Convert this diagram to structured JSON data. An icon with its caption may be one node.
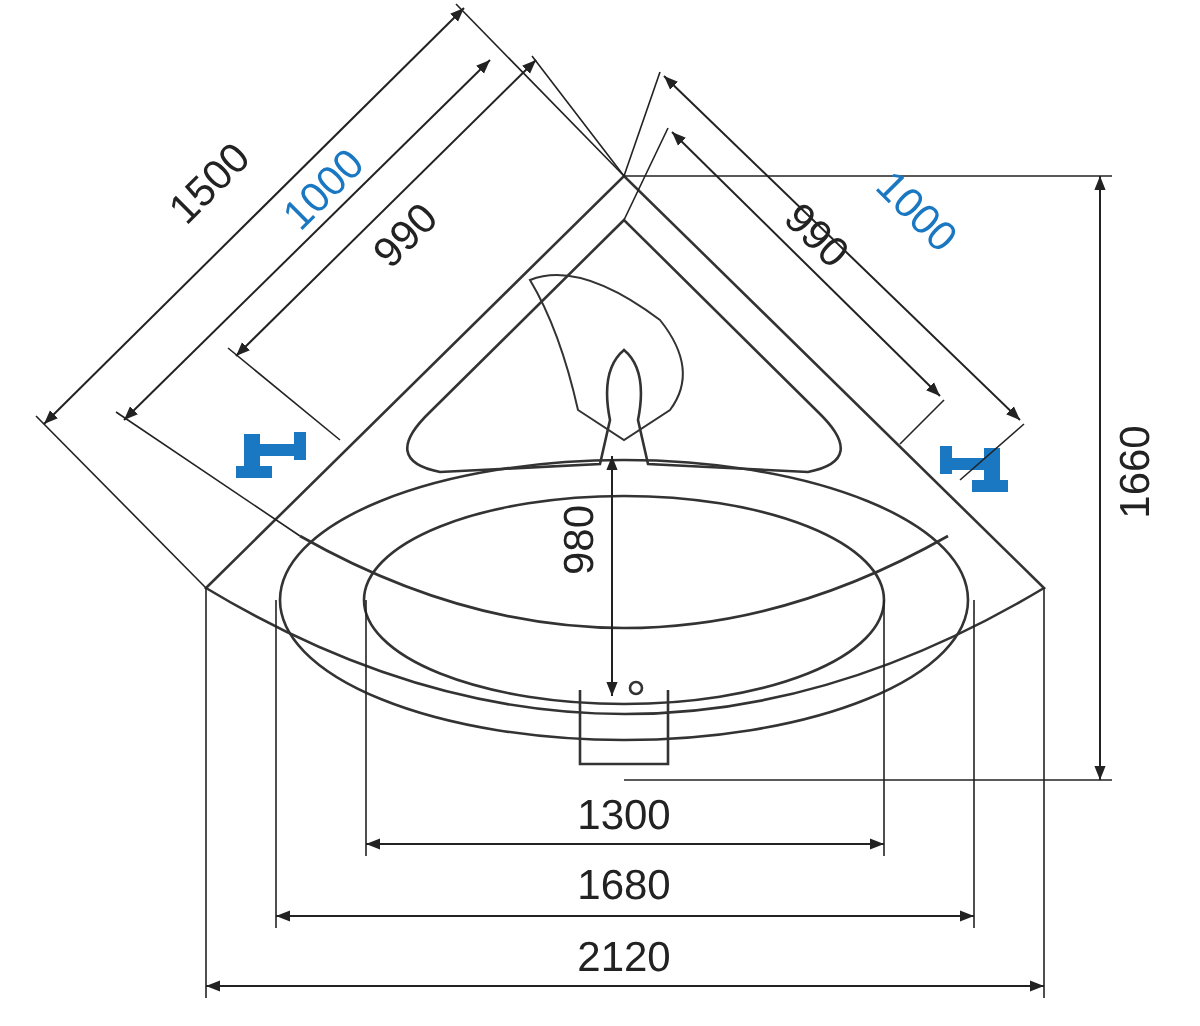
{
  "diagram": {
    "labels": [
      "1500",
      "1000",
      "990",
      "1000",
      "990",
      "1660",
      "980",
      "1300",
      "1680",
      "2120"
    ]
  }
}
